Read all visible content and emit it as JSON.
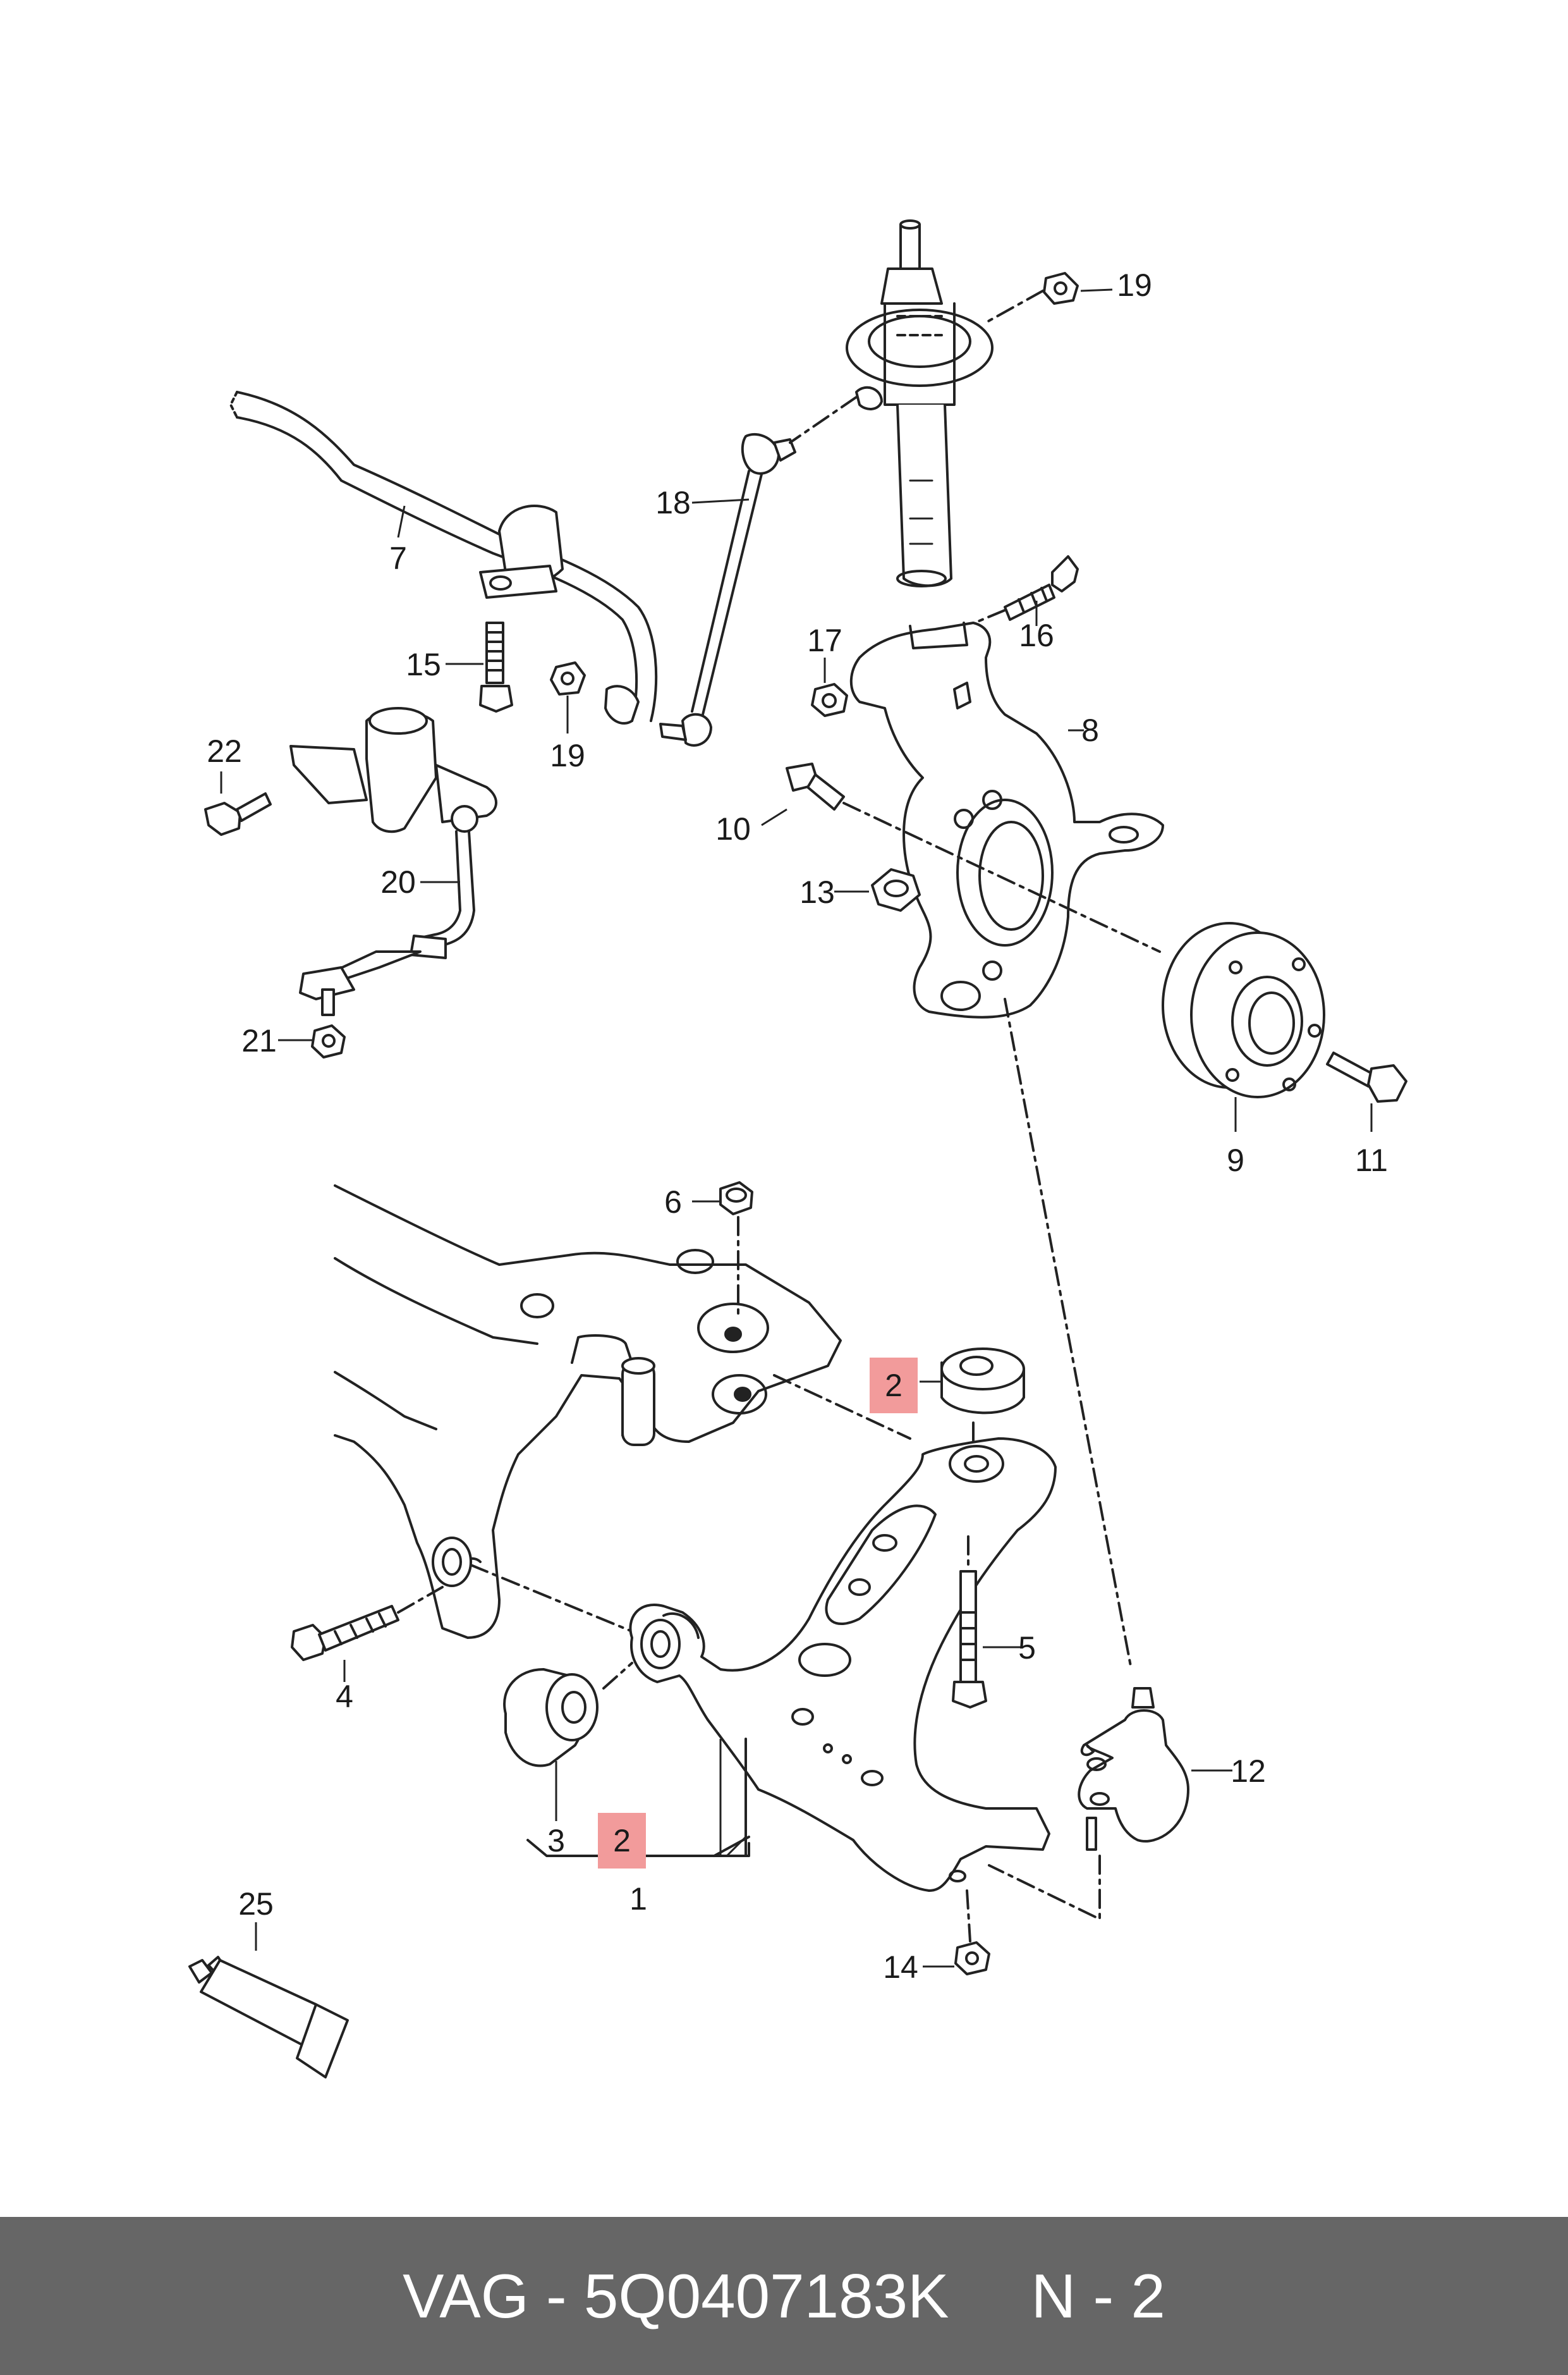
{
  "diagram": {
    "callouts": [
      {
        "id": "c19a",
        "text": "19"
      },
      {
        "id": "c18",
        "text": "18"
      },
      {
        "id": "c7",
        "text": "7"
      },
      {
        "id": "c15",
        "text": "15"
      },
      {
        "id": "c19b",
        "text": "19"
      },
      {
        "id": "c17",
        "text": "17"
      },
      {
        "id": "c16",
        "text": "16"
      },
      {
        "id": "c8",
        "text": "8"
      },
      {
        "id": "c22",
        "text": "22"
      },
      {
        "id": "c10",
        "text": "10"
      },
      {
        "id": "c13",
        "text": "13"
      },
      {
        "id": "c20",
        "text": "20"
      },
      {
        "id": "c21",
        "text": "21"
      },
      {
        "id": "c9",
        "text": "9"
      },
      {
        "id": "c11",
        "text": "11"
      },
      {
        "id": "c6",
        "text": "6"
      },
      {
        "id": "c2a",
        "text": "2",
        "highlighted": true
      },
      {
        "id": "c5",
        "text": "5"
      },
      {
        "id": "c4",
        "text": "4"
      },
      {
        "id": "c12",
        "text": "12"
      },
      {
        "id": "c3",
        "text": "3"
      },
      {
        "id": "c2b",
        "text": "2",
        "highlighted": true
      },
      {
        "id": "c1",
        "text": "1"
      },
      {
        "id": "c14",
        "text": "14"
      },
      {
        "id": "c25",
        "text": "25"
      }
    ],
    "highlight_color": "#f29b9b"
  },
  "footer": {
    "part_label": "VAG - 5Q0407183K",
    "position_label": "N - 2"
  }
}
